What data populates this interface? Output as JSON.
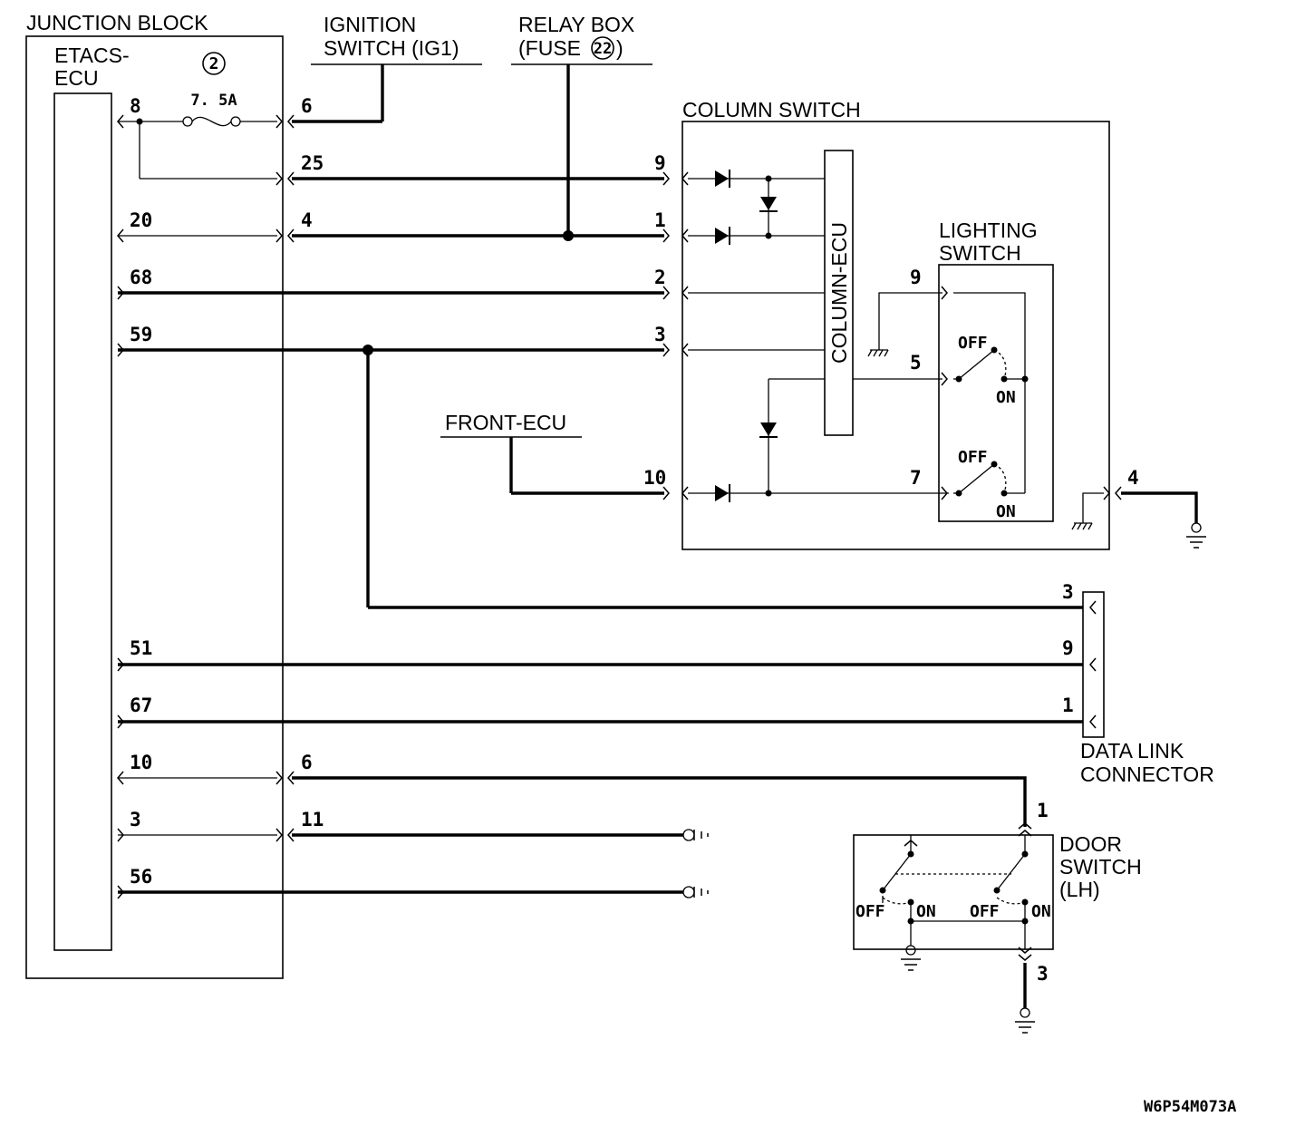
{
  "components": {
    "junction_block": "JUNCTION BLOCK",
    "etacs_ecu": [
      "ETACS-",
      "ECU"
    ],
    "ignition_switch": [
      "IGNITION",
      "SWITCH (IG1)"
    ],
    "relay_box": [
      "RELAY BOX",
      "(FUSE",
      "22",
      ")"
    ],
    "fuse_number": "2",
    "fuse_rating": "7. 5A",
    "column_switch": "COLUMN SWITCH",
    "column_ecu": "COLUMN-ECU",
    "lighting_switch": [
      "LIGHTING",
      "SWITCH"
    ],
    "front_ecu": "FRONT-ECU",
    "data_link_connector": [
      "DATA LINK",
      "CONNECTOR"
    ],
    "door_switch": [
      "DOOR",
      "SWITCH",
      "(LH)"
    ]
  },
  "switch_states": {
    "off": "OFF",
    "on": "ON"
  },
  "pins": {
    "etacs": [
      "8",
      "20",
      "68",
      "59",
      "51",
      "67",
      "10",
      "3",
      "56"
    ],
    "junction_out": [
      "6",
      "25",
      "4",
      "6",
      "11"
    ],
    "column": [
      "9",
      "1",
      "2",
      "3",
      "10"
    ],
    "lighting": [
      "9",
      "5",
      "7"
    ],
    "column_ground": "4",
    "dlc": [
      "3",
      "9",
      "1"
    ],
    "door": [
      "1",
      "3"
    ]
  },
  "figure_ref": "W6P54M073A"
}
